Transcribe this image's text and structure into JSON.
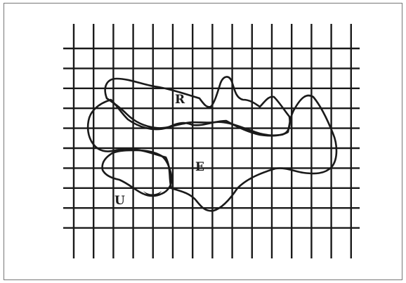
{
  "figure": {
    "labels": {
      "r": "R",
      "e": "E",
      "u": "U"
    },
    "grid": {
      "vertical_lines": 15,
      "horizontal_lines": 10
    },
    "colors": {
      "ink": "#1a1a1a",
      "border": "#777777",
      "background": "#ffffff"
    }
  }
}
